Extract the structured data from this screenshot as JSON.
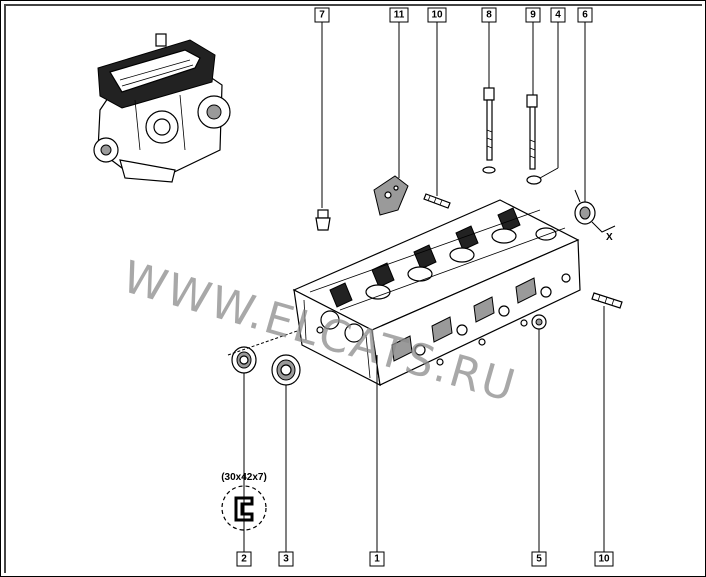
{
  "callouts": {
    "c7": "7",
    "c11": "11",
    "c10_top": "10",
    "c8": "8",
    "c9": "9",
    "c4": "4",
    "c6": "6",
    "c2": "2",
    "c3": "3",
    "c1": "1",
    "c5": "5",
    "c10_bottom": "10"
  },
  "seal_dimensions": "(30x42x7)",
  "axis_label": "X",
  "watermark": "WWW.ELCATS.RU"
}
